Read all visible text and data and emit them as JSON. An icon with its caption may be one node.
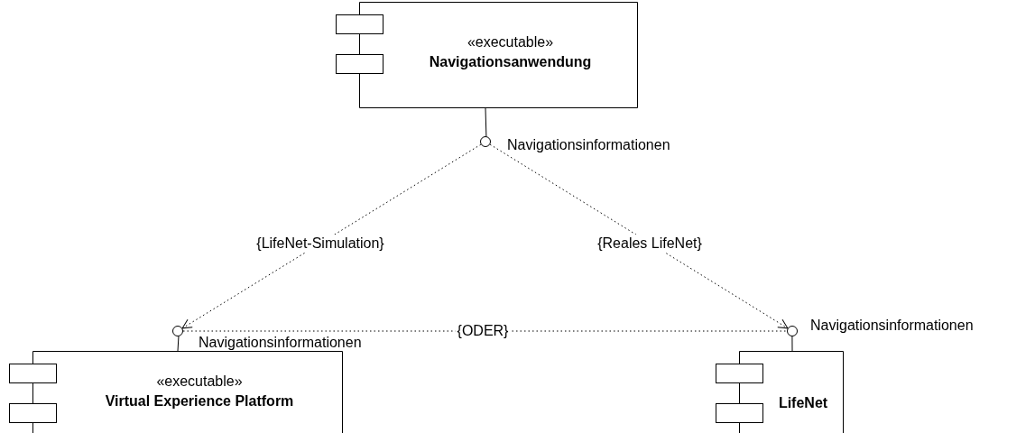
{
  "diagram": {
    "nodes": [
      {
        "text": [
          "«executable»",
          "Navigationsanwendung"
        ]
      },
      {
        "text": [],
        "shape": "circle",
        "beside": [
          "Navigationsinformationen"
        ]
      },
      {
        "text": [
          "«executable»",
          "Virtual Experience Platform"
        ]
      },
      {
        "text": [],
        "shape": "circle"
      },
      {
        "text": [
          "LifeNet"
        ]
      },
      {
        "text": [],
        "shape": "circle",
        "beside": [
          "Navigationsinformationen"
        ]
      }
    ],
    "edges": [
      {
        "from": 0,
        "to": 1,
        "arrow": "none"
      },
      {
        "from": 2,
        "to": 3,
        "arrow": "none"
      },
      {
        "from": 4,
        "to": 5,
        "arrow": "none"
      },
      {
        "from": 1,
        "to": 3,
        "arrow": "to",
        "style": "dashed",
        "label": "{LifeNet-Simulation}"
      },
      {
        "from": 1,
        "to": 5,
        "arrow": "to",
        "style": "dashed",
        "label": "{Reales LifeNet}"
      },
      {
        "from": 3,
        "to": 5,
        "arrow": "none",
        "style": "dashed",
        "label": "{ODER}"
      }
    ],
    "labels": [
      "Navigationsinformationen"
    ]
  }
}
